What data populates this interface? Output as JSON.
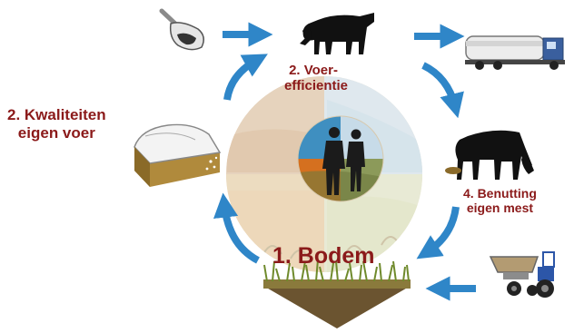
{
  "diagram": {
    "label_color": "#8b1a1a",
    "arrow_color": "#2f86c8",
    "steps": {
      "bodem": {
        "text": "1. Bodem"
      },
      "kwaliteiten": {
        "line1": "2. Kwaliteiten",
        "line2": "eigen voer"
      },
      "voerefficientie": {
        "line1": "2. Voer-",
        "line2": "efficientie"
      },
      "benutting": {
        "line1": "4. Benutting",
        "line2": "eigen mest"
      }
    },
    "icons": [
      "feed-scoop-icon",
      "cow-icon",
      "milk-truck-icon",
      "manure-cow-icon",
      "tractor-spreader-icon",
      "silage-bale-icon",
      "soil-grass-icon",
      "farmers-icon"
    ]
  }
}
